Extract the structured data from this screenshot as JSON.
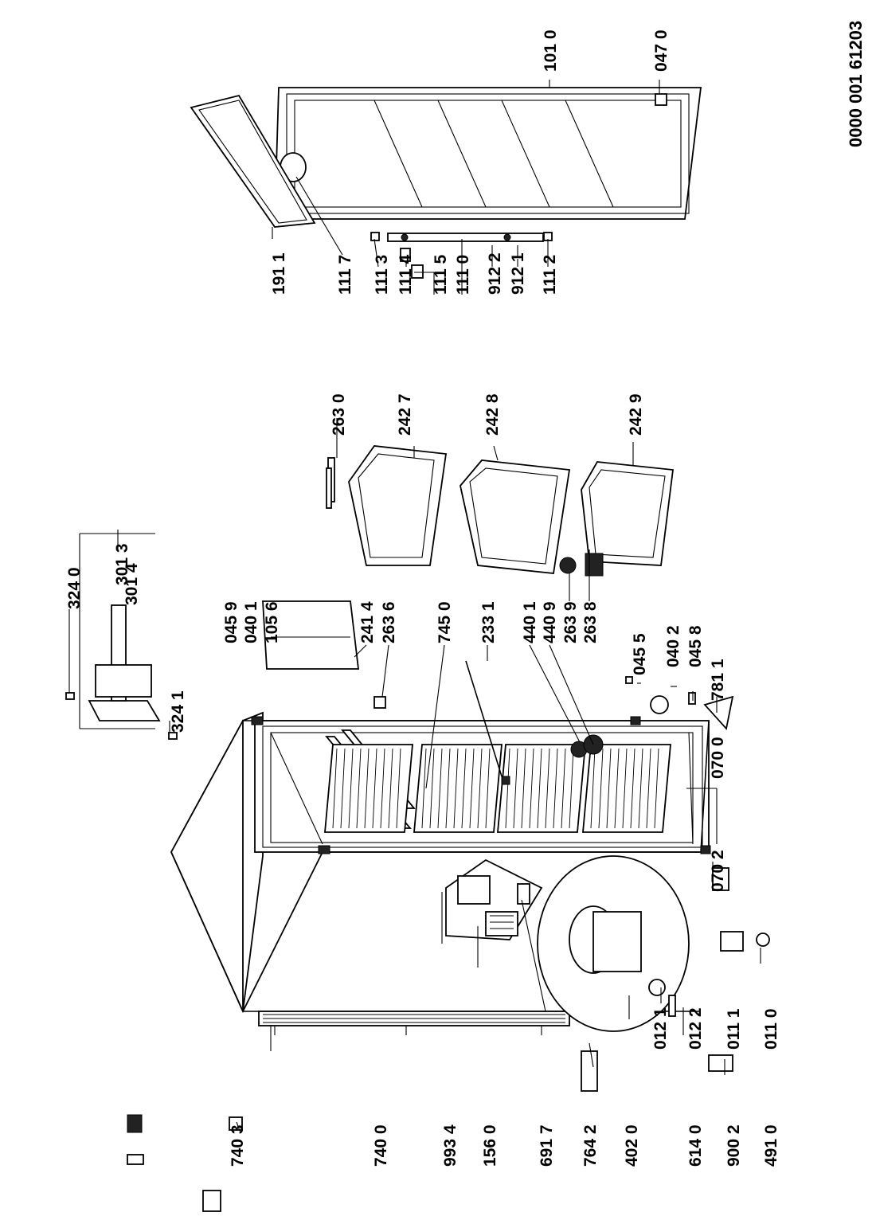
{
  "document_number": "0000 001 61203",
  "parts": {
    "p7403": "740 3",
    "p7400": "740 0",
    "p9934": "993 4",
    "p1560": "156 0",
    "p6917": "691 7",
    "p7642": "764 2",
    "p4020": "402 0",
    "p6140": "614 0",
    "p9002": "900 2",
    "p4910": "491 0",
    "p0121": "012 1",
    "p0122": "012 2",
    "p0111": "011 1",
    "p0110": "011 0",
    "p0702": "070 2",
    "p0700": "070 0",
    "p7811": "781 1",
    "p0458": "045 8",
    "p0402": "040 2",
    "p0455": "045 5",
    "p2638": "263 8",
    "p2639": "263 9",
    "p4409": "440 9",
    "p4401": "440 1",
    "p2331": "233 1",
    "p7450": "745 0",
    "p2636": "263 6",
    "p2414": "241 4",
    "p1056": "105 6",
    "p0401": "040 1",
    "p0459": "045 9",
    "p3241": "324 1",
    "p3014": "301 4",
    "p3013": "301 3",
    "p3240": "324 0",
    "p2630": "263 0",
    "p2427": "242 7",
    "p2428": "242 8",
    "p2429": "242 9",
    "p1911": "191 1",
    "p1117": "111 7",
    "p1113": "111 3",
    "p1114": "111 4",
    "p1115": "111 5",
    "p1110": "111 0",
    "p9122": "912 2",
    "p9121": "912 1",
    "p1112": "111 2",
    "p1010": "101 0",
    "p0470": "047 0"
  }
}
